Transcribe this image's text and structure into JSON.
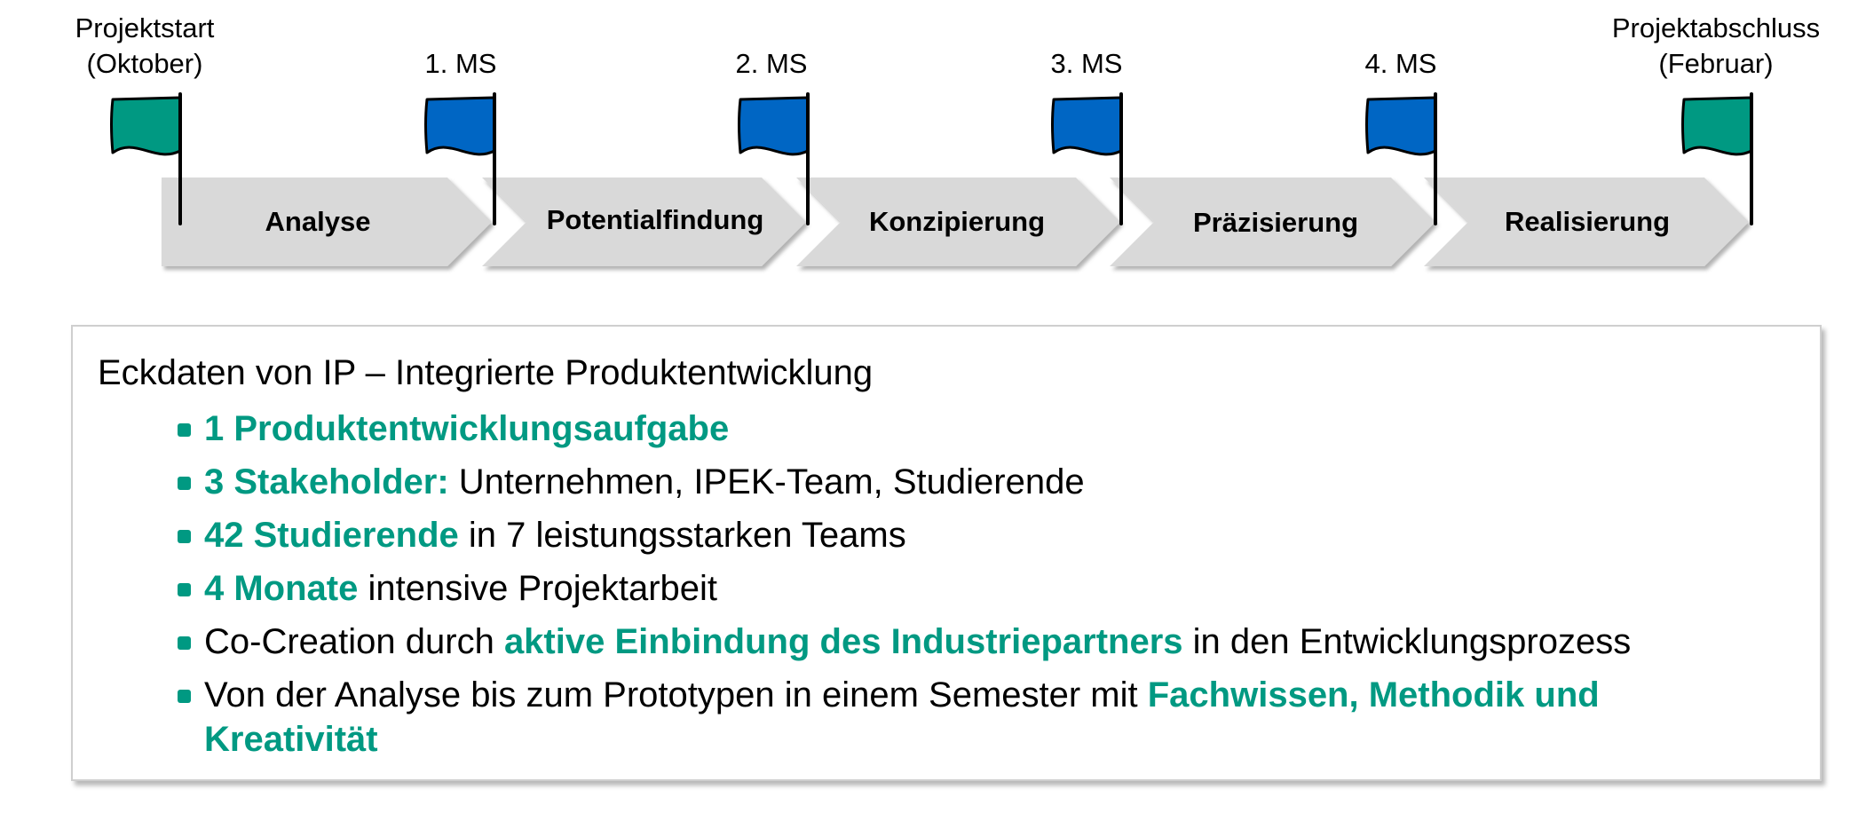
{
  "timeline": {
    "milestones": [
      {
        "label": "Projektstart\n(Oktober)",
        "type": "start",
        "color": "#009982"
      },
      {
        "label": "1. MS",
        "type": "milestone",
        "color": "#0066c4"
      },
      {
        "label": "2. MS",
        "type": "milestone",
        "color": "#0066c4"
      },
      {
        "label": "3. MS",
        "type": "milestone",
        "color": "#0066c4"
      },
      {
        "label": "4. MS",
        "type": "milestone",
        "color": "#0066c4"
      },
      {
        "label": "Projektabschluss\n(Februar)",
        "type": "end",
        "color": "#009982"
      }
    ],
    "phases": [
      "Analyse",
      "Potentialfindung",
      "Konzipierung",
      "Präzisierung",
      "Realisierung"
    ],
    "phase_color": "#d9d9d9"
  },
  "info": {
    "title": "Eckdaten von IP – Integrierte Produktentwicklung",
    "accent": "#009982",
    "bullets": [
      {
        "highlight": "1 Produktentwicklungsaufgabe",
        "rest": ""
      },
      {
        "highlight": "3 Stakeholder:",
        "rest": " Unternehmen, IPEK-Team, Studierende"
      },
      {
        "highlight": "42 Studierende",
        "rest": " in 7 leistungsstarken Teams"
      },
      {
        "highlight": "4 Monate",
        "rest": " intensive Projektarbeit"
      },
      {
        "pre": "Co-Creation durch ",
        "highlight": "aktive Einbindung des Industriepartners",
        "rest": " in den Entwicklungsprozess"
      },
      {
        "pre": "Von der Analyse bis zum Prototypen in einem Semester mit ",
        "highlight": "Fachwissen, Methodik und Kreativität",
        "rest": ""
      }
    ]
  }
}
